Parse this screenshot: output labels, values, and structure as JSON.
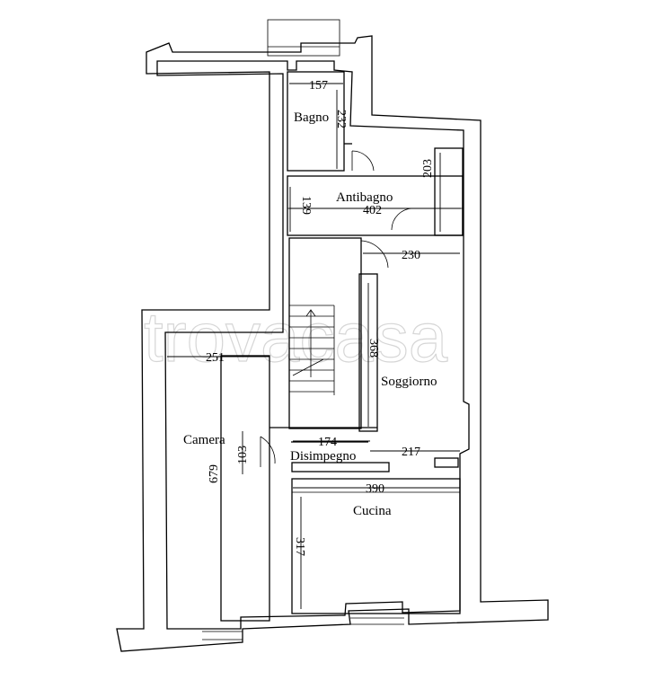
{
  "rooms": {
    "bagno": "Bagno",
    "antibagno": "Antibagno",
    "soggiorno": "Soggiorno",
    "camera": "Camera",
    "disimpegno": "Disimpegno",
    "cucina": "Cucina"
  },
  "dimensions": {
    "bagno_width": "157",
    "bagno_height": "232",
    "antibagno_height_left": "139",
    "antibagno_width": "402",
    "antibagno_height_right": "203",
    "soggiorno_width": "230",
    "soggiorno_height": "368",
    "camera_width": "251",
    "camera_height": "679",
    "camera_door": "103",
    "disimpegno_width": "174",
    "disimpegno_right": "217",
    "cucina_width": "390",
    "cucina_height": "317"
  },
  "watermark": "trovacasa"
}
